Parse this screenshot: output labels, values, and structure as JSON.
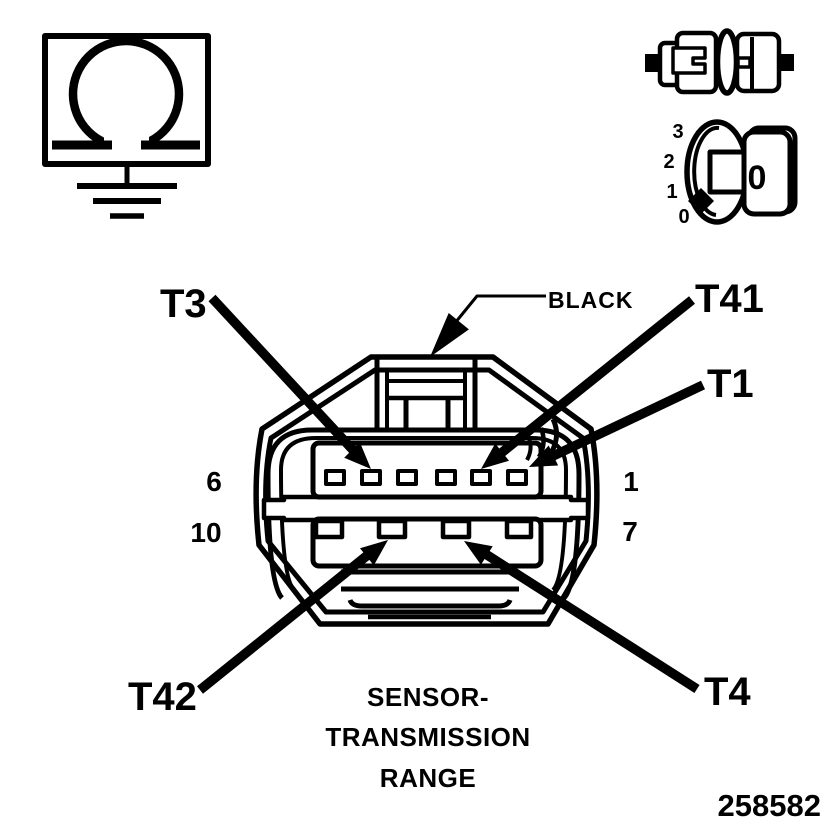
{
  "colors": {
    "ink": "#000000",
    "paper": "#ffffff"
  },
  "meter_panel": {
    "ohm_icon": "ohmmeter-omega-icon",
    "ground_icon": "ground-icon",
    "dial_positions": {
      "p3": "3",
      "p2": "2",
      "p1": "1",
      "p0": "0"
    },
    "dial_selected": "0"
  },
  "connector": {
    "color_callout": "BLACK",
    "terminal_labels": {
      "t3": "T3",
      "t41": "T41",
      "t1": "T1",
      "t42": "T42",
      "t4": "T4"
    },
    "pin_numbers": {
      "top_left": "6",
      "top_right": "1",
      "bottom_left": "10",
      "bottom_right": "7"
    }
  },
  "caption": {
    "line1": "SENSOR-",
    "line2": "TRANSMISSION",
    "line3": "RANGE"
  },
  "figure_number": "258582"
}
